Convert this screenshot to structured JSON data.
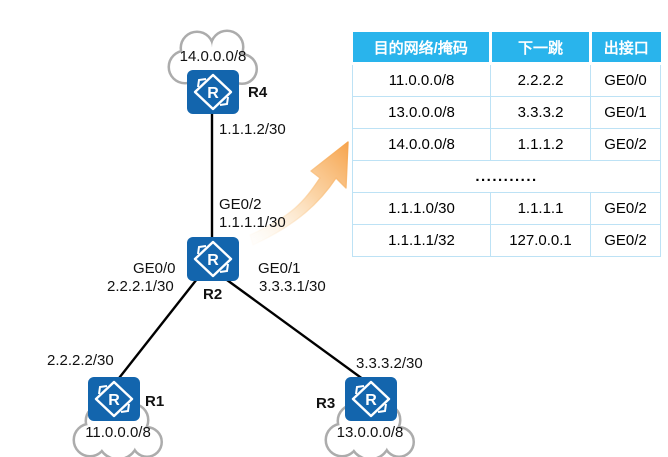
{
  "diagram": {
    "router_icon_glyph": "R",
    "routers": {
      "r1": "R1",
      "r2": "R2",
      "r3": "R3",
      "r4": "R4"
    },
    "clouds": {
      "net14": "14.0.0.0/8",
      "net11": "11.0.0.0/8",
      "net13": "13.0.0.0/8"
    },
    "labels": {
      "r4_r2_ip_top": "1.1.1.2/30",
      "r2_if_up": "GE0/2",
      "r2_if_up_ip": "1.1.1.1/30",
      "r2_if_left": "GE0/0",
      "r2_if_left_ip": "2.2.2.1/30",
      "r2_if_right": "GE0/1",
      "r2_if_right_ip": "3.3.3.1/30",
      "r1_ip": "2.2.2.2/30",
      "r3_ip": "3.3.3.2/30"
    }
  },
  "routing_table": {
    "headers": [
      "目的网络/掩码",
      "下一跳",
      "出接口"
    ],
    "rows": [
      [
        "11.0.0.0/8",
        "2.2.2.2",
        "GE0/0"
      ],
      [
        "13.0.0.0/8",
        "3.3.3.2",
        "GE0/1"
      ],
      [
        "14.0.0.0/8",
        "1.1.1.2",
        "GE0/2"
      ],
      [
        "1.1.1.0/30",
        "1.1.1.1",
        "GE0/2"
      ],
      [
        "1.1.1.1/32",
        "127.0.0.1",
        "GE0/2"
      ]
    ],
    "ellipsis": "..........."
  },
  "colors": {
    "router_blue": "#1365AD",
    "table_header_bg": "#29B4EC",
    "table_border": "#BDE2F5",
    "cloud_stroke": "#ACACAC",
    "link_line": "#000000",
    "arrow_orange": "#F6A24A"
  }
}
